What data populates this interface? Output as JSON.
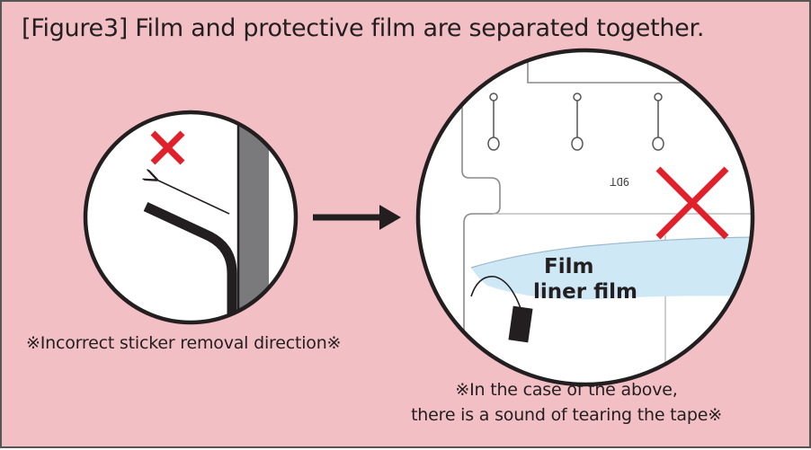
{
  "title": "[Figure3] Film and protective film are separated together.",
  "left_caption": "※Incorrect sticker removal direction※",
  "right_caption": {
    "line1": "※In the case of the above,",
    "line2": "there is a sound of tearing the tape※"
  },
  "film_label": {
    "line1": "Film",
    "line2": "liner film"
  },
  "part_mark": "9DT",
  "icons": {
    "incorrect": "red-x-icon",
    "next": "right-arrow-icon",
    "direction": "peel-direction-arrow"
  },
  "colors": {
    "background": "#f2bfc4",
    "cross": "#e0202a",
    "film": "#cfe8f6",
    "strip": "#7a7a7c",
    "ink": "#231f20"
  }
}
